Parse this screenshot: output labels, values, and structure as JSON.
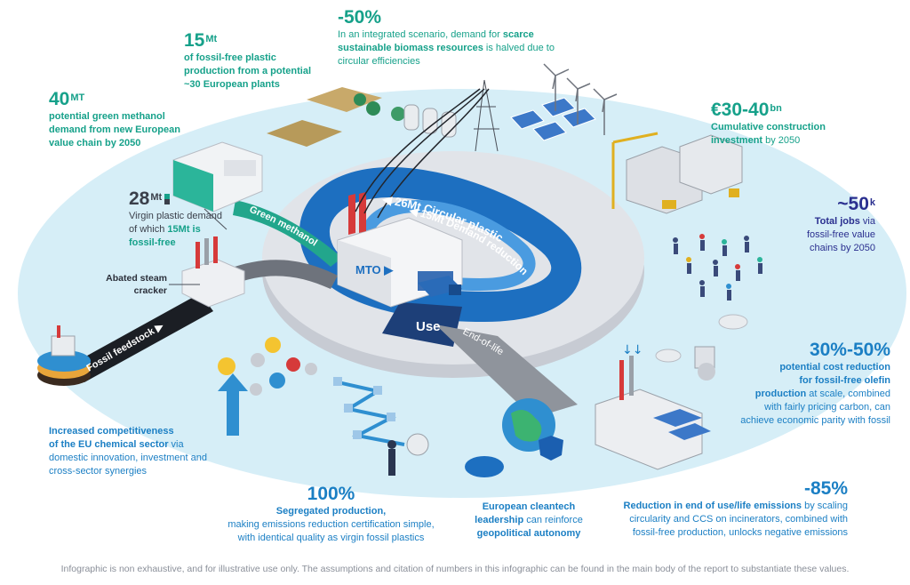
{
  "colors": {
    "teal": "#16a18a",
    "blue": "#1b7fc4",
    "navy": "#2a2f8f",
    "ring": "#1d6fc0",
    "use": "#1d3f78"
  },
  "stats": {
    "methanol": {
      "value": "40",
      "unit": "MT",
      "l1": "potential green methanol",
      "l2": "demand from new European",
      "l3": "value chain by 2050"
    },
    "plastic15": {
      "value": "15",
      "unit": "Mt",
      "l1": "of fossil-free plastic",
      "l2": "production from a potential",
      "l3": "~30 European plants"
    },
    "biomass": {
      "value": "-50%",
      "l1a": "In an integrated scenario, demand for ",
      "l1b": "scarce",
      "l2a": "sustainable biomass resources",
      "l2b": " is halved due to",
      "l3": "circular efficiencies"
    },
    "construction": {
      "value": "€30-40",
      "unit": "bn",
      "l1": "Cumulative construction",
      "l2a": "investment",
      "l2b": " by 2050"
    },
    "jobs": {
      "value": "~50",
      "unit": "k",
      "l1a": "Total jobs",
      "l1b": " via",
      "l2": "fossil-free value",
      "l3": "chains by 2050"
    },
    "virgin": {
      "value": "28",
      "unit": "Mt",
      "l1": "Virgin plastic demand",
      "l2a": "of which ",
      "l2b": "15Mt is",
      "l3": "fossil-free"
    },
    "cost": {
      "value": "30%-50%",
      "l1": "potential cost reduction",
      "l2": "for fossil-free olefin",
      "l3a": "production",
      "l3b": " at scale, combined",
      "l4": "with fairly pricing carbon, can",
      "l5": "achieve economic parity with fossil"
    },
    "competitive": {
      "l1": "Increased competitiveness",
      "l2a": "of the EU chemical sector",
      "l2b": " via",
      "l3": "domestic innovation, investment and",
      "l4": "cross-sector synergies"
    },
    "segregated": {
      "value": "100%",
      "l1": "Segregated production,",
      "l2": "making emissions reduction certification simple,",
      "l3": "with identical quality as virgin fossil plastics"
    },
    "cleantech": {
      "l1": "European cleantech",
      "l2a": "leadership",
      "l2b": " can reinforce",
      "l3": "geopolitical autonomy"
    },
    "emissions": {
      "value": "-85%",
      "l1a": "Reduction in end of use/life emissions",
      "l1b": " by scaling",
      "l2": "circularity and CCS on incinerators, combined with",
      "l3": "fossil-free production, unlocks negative emissions"
    }
  },
  "labels": {
    "steam": "Abated steam cracker",
    "fossil": "Fossil feedstock ▶",
    "green": "Green methanol",
    "circular": "◀ 26Mt Circular plastic",
    "demand": "◀ 15Mt Demand reduction",
    "use": "Use",
    "eol": "End-of-life",
    "mto": "MTO ▶"
  },
  "footer": "Infographic is non exhaustive, and for illustrative use only.  The assumptions and citation of numbers in this infographic  can be found in the main body of the report to substantiate these values."
}
